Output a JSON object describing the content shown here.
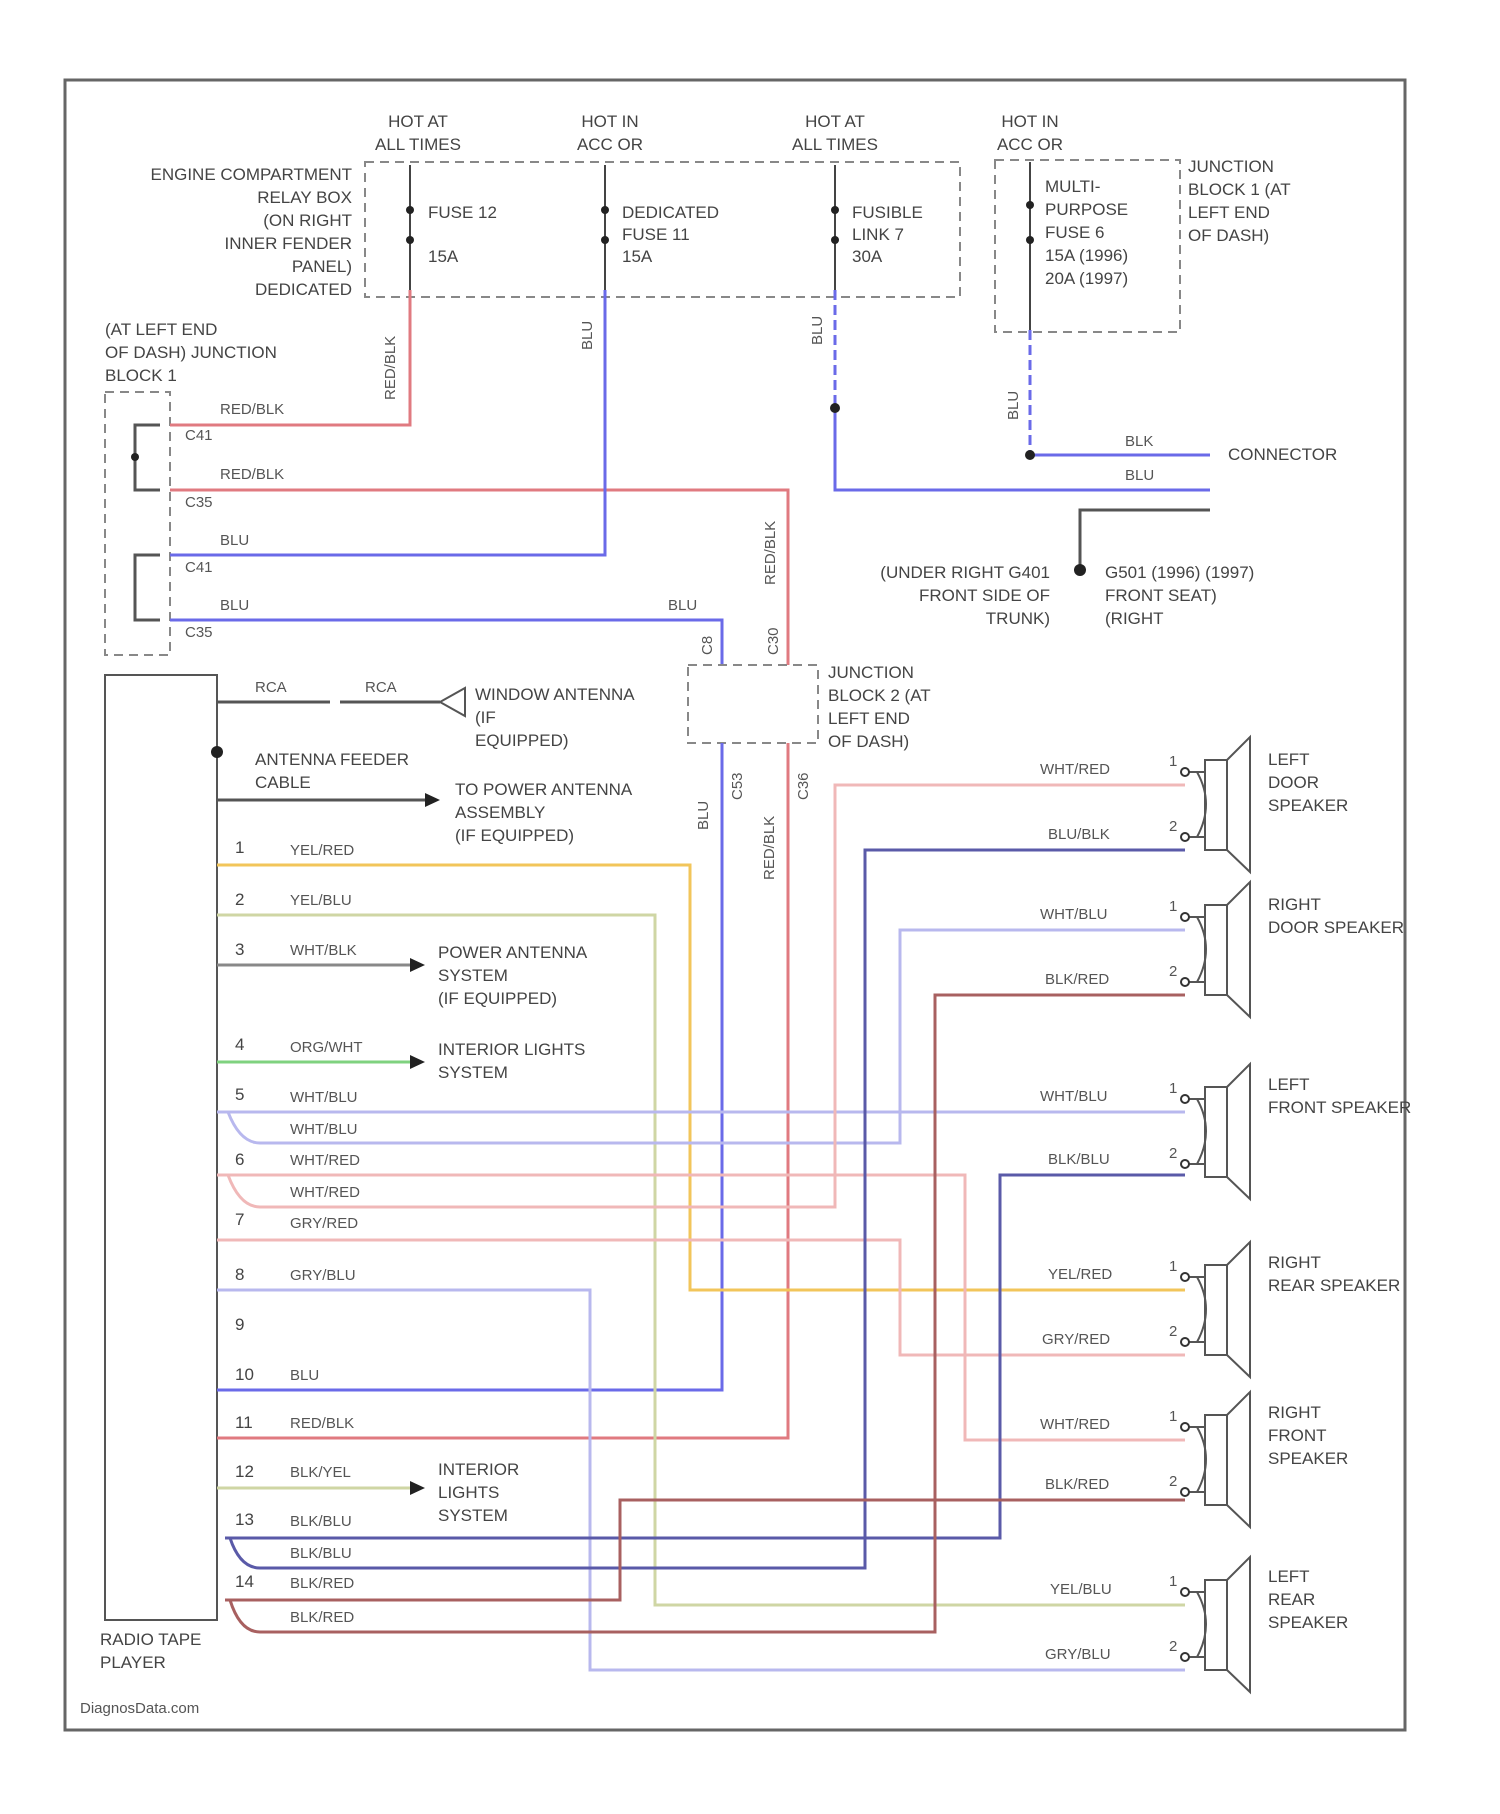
{
  "power": {
    "hot1": [
      "HOT AT",
      "ALL TIMES"
    ],
    "hot2": [
      "HOT IN",
      "ACC OR"
    ],
    "hot3": [
      "HOT AT",
      "ALL TIMES"
    ],
    "hot4": [
      "HOT IN",
      "ACC OR"
    ]
  },
  "relay_box_label": [
    "ENGINE COMPARTMENT",
    "RELAY BOX",
    "(ON RIGHT",
    "INNER FENDER",
    "PANEL)",
    "DEDICATED"
  ],
  "fuse12": [
    "FUSE 12",
    "15A"
  ],
  "fuse11": [
    "DEDICATED",
    "FUSE 11",
    "15A"
  ],
  "fusible_link": [
    "FUSIBLE",
    "LINK 7",
    "30A"
  ],
  "mpfuse": [
    "MULTI-",
    "PURPOSE",
    "FUSE 6",
    "15A  (1996)",
    "20A  (1997)"
  ],
  "jb1_label": [
    "JUNCTION",
    "BLOCK 1 (AT",
    "LEFT END",
    "OF DASH)"
  ],
  "jb1_left_label": [
    "(AT LEFT END",
    "OF DASH) JUNCTION",
    "BLOCK 1"
  ],
  "jb2_label": [
    "JUNCTION",
    "BLOCK 2 (AT",
    "LEFT END",
    "OF DASH)"
  ],
  "connector_label": "CONNECTOR",
  "ground_labels": {
    "g401": [
      "(UNDER RIGHT  G401",
      "FRONT SIDE OF",
      "TRUNK)"
    ],
    "g501": [
      "G501  (1996) (1997)",
      "FRONT SEAT)",
      "(RIGHT"
    ]
  },
  "antenna": {
    "rca1": "RCA",
    "rca2": "RCA",
    "window": [
      "WINDOW ANTENNA",
      "(IF",
      "EQUIPPED)"
    ],
    "feeder": [
      "ANTENNA FEEDER",
      "CABLE"
    ],
    "power": [
      "TO POWER ANTENNA",
      "ASSEMBLY",
      "(IF EQUIPPED)"
    ]
  },
  "systems": {
    "power_antenna": [
      "POWER ANTENNA",
      "SYSTEM",
      "(IF EQUIPPED)"
    ],
    "interior_lights": [
      "INTERIOR LIGHTS",
      "SYSTEM"
    ],
    "interior_lights2": [
      "INTERIOR",
      "LIGHTS",
      "SYSTEM"
    ]
  },
  "radio_label": [
    "RADIO  TAPE",
    "PLAYER"
  ],
  "speakers": {
    "left_door": [
      "LEFT",
      "DOOR",
      "SPEAKER"
    ],
    "right_door": [
      "RIGHT",
      "DOOR SPEAKER"
    ],
    "left_front": [
      "LEFT",
      "FRONT SPEAKER"
    ],
    "right_rear": [
      "RIGHT",
      "REAR SPEAKER"
    ],
    "right_front": [
      "RIGHT",
      "FRONT",
      "SPEAKER"
    ],
    "left_rear": [
      "LEFT",
      "REAR",
      "SPEAKER"
    ]
  },
  "wire_labels": {
    "red_blk": "RED/BLK",
    "blu": "BLU",
    "blk": "BLK",
    "wht_red": "WHT/RED",
    "blu_blk": "BLU/BLK",
    "wht_blu": "WHT/BLU",
    "blk_red": "BLK/RED",
    "blk_blu": "BLK/BLU",
    "yel_red": "YEL/RED",
    "gry_red": "GRY/RED",
    "yel_blu": "YEL/BLU",
    "gry_blu": "GRY/BLU",
    "wht_blk": "WHT/BLK",
    "org_wht": "ORG/WHT",
    "blk_yel": "BLK/YEL"
  },
  "connector_ids": {
    "c41": "C41",
    "c35": "C35",
    "c36": "C36",
    "c8": "C8",
    "c30": "C30",
    "c53": "C53"
  },
  "radio_pins": [
    "1",
    "2",
    "3",
    "4",
    "5",
    "6",
    "7",
    "8",
    "9",
    "10",
    "11",
    "12",
    "13",
    "14"
  ],
  "watermark": "DiagnosData.com",
  "colors": {
    "red": "#e07a80",
    "blue": "#6a6ae8",
    "yellow": "#f2c55a",
    "green": "#7fd27f",
    "pink": "#f0b8b8",
    "lavender": "#b8b8ee",
    "navy": "#5a5aa8",
    "maroon": "#a86060",
    "olive": "#cfd6a4",
    "gray": "#6a6a6a"
  }
}
